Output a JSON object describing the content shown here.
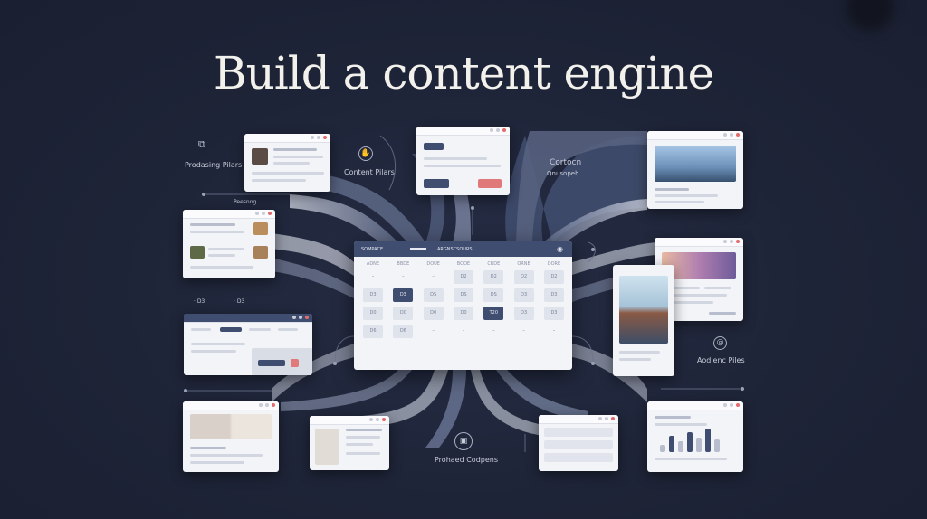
{
  "title": "Build a content engine",
  "labels": {
    "pillars": "Prodasing Pilars",
    "content_pillars": "Content Pilars",
    "prompts": "Peesnng",
    "calendar_right": "Cortocn",
    "campaign": "Qnusopeh",
    "audience": "Aodlenc Piles",
    "produced": "Prohaed Codpens",
    "side_a": "· D3",
    "side_b": "· D3"
  },
  "calendar": {
    "header_left": "SOMPACE",
    "header_mid": "ARGNSCSOURS",
    "weekdays": [
      "ADNE",
      "BBDE",
      "DOUE",
      "BOOE",
      "CRDE",
      "ORNB",
      "DORE"
    ],
    "rows": [
      [
        {
          "t": "–",
          "k": "e"
        },
        {
          "t": "–",
          "k": "e"
        },
        {
          "t": "–",
          "k": "e"
        },
        {
          "t": "D2",
          "k": "f"
        },
        {
          "t": "D2",
          "k": "f"
        },
        {
          "t": "D2",
          "k": "f"
        },
        {
          "t": "D2",
          "k": "f"
        }
      ],
      [
        {
          "t": "D3",
          "k": "f"
        },
        {
          "t": "D3",
          "k": "s"
        },
        {
          "t": "DS",
          "k": "f"
        },
        {
          "t": "DS",
          "k": "f"
        },
        {
          "t": "DS",
          "k": "f"
        },
        {
          "t": "D3",
          "k": "f"
        },
        {
          "t": "D3",
          "k": "f"
        }
      ],
      [
        {
          "t": "D0",
          "k": "f"
        },
        {
          "t": "D0",
          "k": "f"
        },
        {
          "t": "D0",
          "k": "f"
        },
        {
          "t": "D0",
          "k": "f"
        },
        {
          "t": "T20",
          "k": "s"
        },
        {
          "t": "D3",
          "k": "f"
        },
        {
          "t": "D3",
          "k": "f"
        }
      ],
      [
        {
          "t": "D6",
          "k": "f"
        },
        {
          "t": "D6",
          "k": "f"
        },
        {
          "t": "–",
          "k": "e"
        },
        {
          "t": "–",
          "k": "e"
        },
        {
          "t": "–",
          "k": "e"
        },
        {
          "t": "–",
          "k": "e"
        },
        {
          "t": "–",
          "k": "e"
        }
      ]
    ]
  },
  "colors": {
    "background": "#1f2539",
    "accent": "#3f4d70",
    "alert": "#e07a7a",
    "card": "#f3f4f8"
  }
}
